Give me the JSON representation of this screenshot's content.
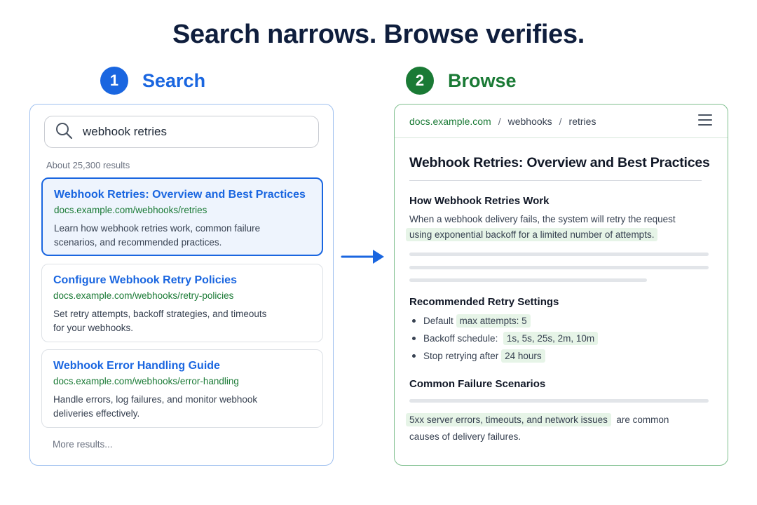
{
  "headline": "Search narrows. Browse verifies.",
  "steps": {
    "search": {
      "number": "1",
      "title": "Search"
    },
    "browse": {
      "number": "2",
      "title": "Browse"
    }
  },
  "search_panel": {
    "query": "webhook retries",
    "result_count": "About 25,300 results",
    "results": [
      {
        "title": "Webhook Retries:  Overview and Best Practices",
        "url": "docs.example.com/webhooks/retries",
        "desc_lines": [
          "Learn how webhook retries work, common failure",
          "scenarios, and recommended practices."
        ]
      },
      {
        "title": "Configure Webhook Retry Policies",
        "url": "docs.example.com/webhooks/retry-policies",
        "desc_lines": [
          "Set retry attempts, backoff strategies, and timeouts",
          "for your webhooks."
        ]
      },
      {
        "title": "Webhook Error Handling Guide",
        "url": "docs.example.com/webhooks/error-handling",
        "desc_lines": [
          "Handle errors, log failures, and monitor webhook",
          "deliveries effectively."
        ]
      }
    ],
    "more_results": "More results..."
  },
  "browse_panel": {
    "breadcrumb": {
      "domain": "docs.example.com",
      "sep": "/",
      "part1": "webhooks",
      "part2": "retries"
    },
    "title": "Webhook Retries: Overview and Best Practices",
    "section1": {
      "heading": "How Webhook Retries Work",
      "line1": "When a webhook delivery fails, the system will retry the request",
      "line2": "using exponential backoff for a limited number of attempts."
    },
    "section2": {
      "heading": "Recommended Retry Settings",
      "bullets": [
        {
          "label": "Default",
          "value": "max attempts: 5"
        },
        {
          "label": "Backoff schedule:",
          "value": "1s, 5s, 25s, 2m, 10m"
        },
        {
          "label": "Stop retrying after",
          "value": "24 hours"
        }
      ]
    },
    "section3": {
      "heading": "Common Failure Scenarios",
      "highlight": "5xx server errors, timeouts, and network issues",
      "line1_rest": "are common",
      "line2": "causes of delivery failures."
    }
  },
  "colors": {
    "search_blue": "#1a66e0",
    "browse_green": "#1a7a35",
    "highlight_green": "#e6f4e7"
  }
}
